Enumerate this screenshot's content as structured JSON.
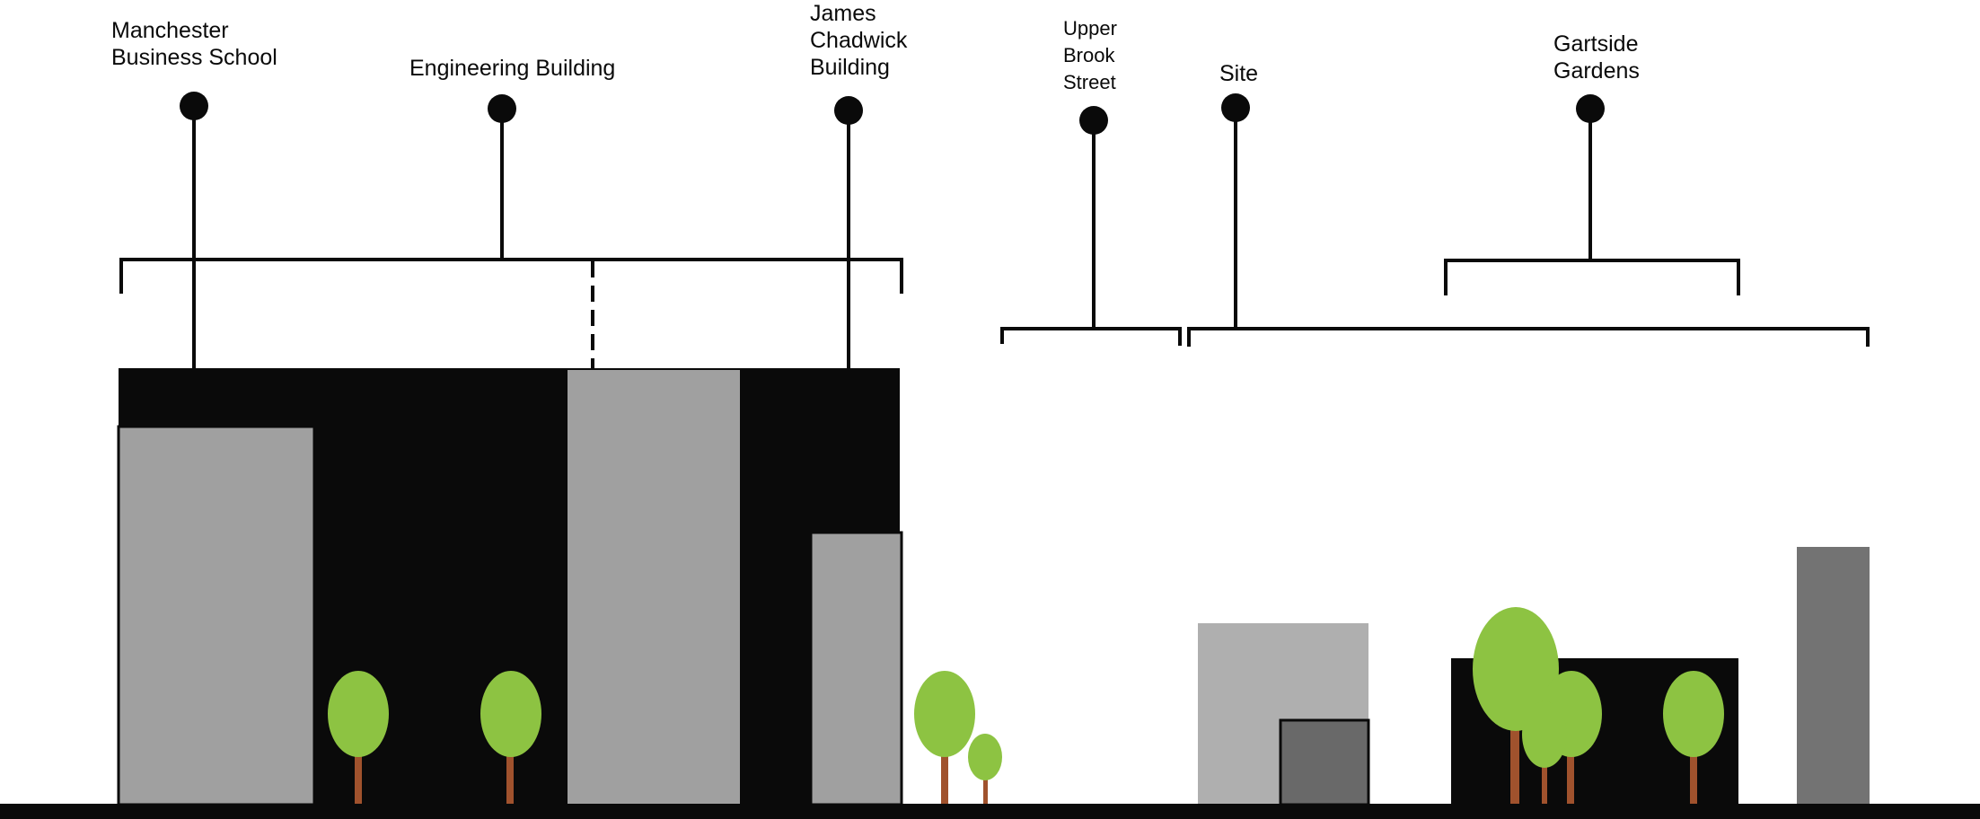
{
  "labels": {
    "manchester_business_school": "Manchester\nBusiness School",
    "engineering_building": "Engineering Building",
    "james_chadwick_building": "James\nChadwick\nBuilding",
    "upper_brook_street": "Upper\nBrook\nStreet",
    "site": "Site",
    "gartside_gardens": "Gartside\nGardens"
  },
  "colors": {
    "background": "#ffffff",
    "ink": "#0a0a0a",
    "building_mid_grey": "#a0a0a0",
    "building_light_grey": "#afafaf",
    "building_dark_grey": "#696969",
    "building_slate_grey": "#737373",
    "tree_canopy": "#8dc342",
    "tree_trunk": "#a0522d"
  }
}
